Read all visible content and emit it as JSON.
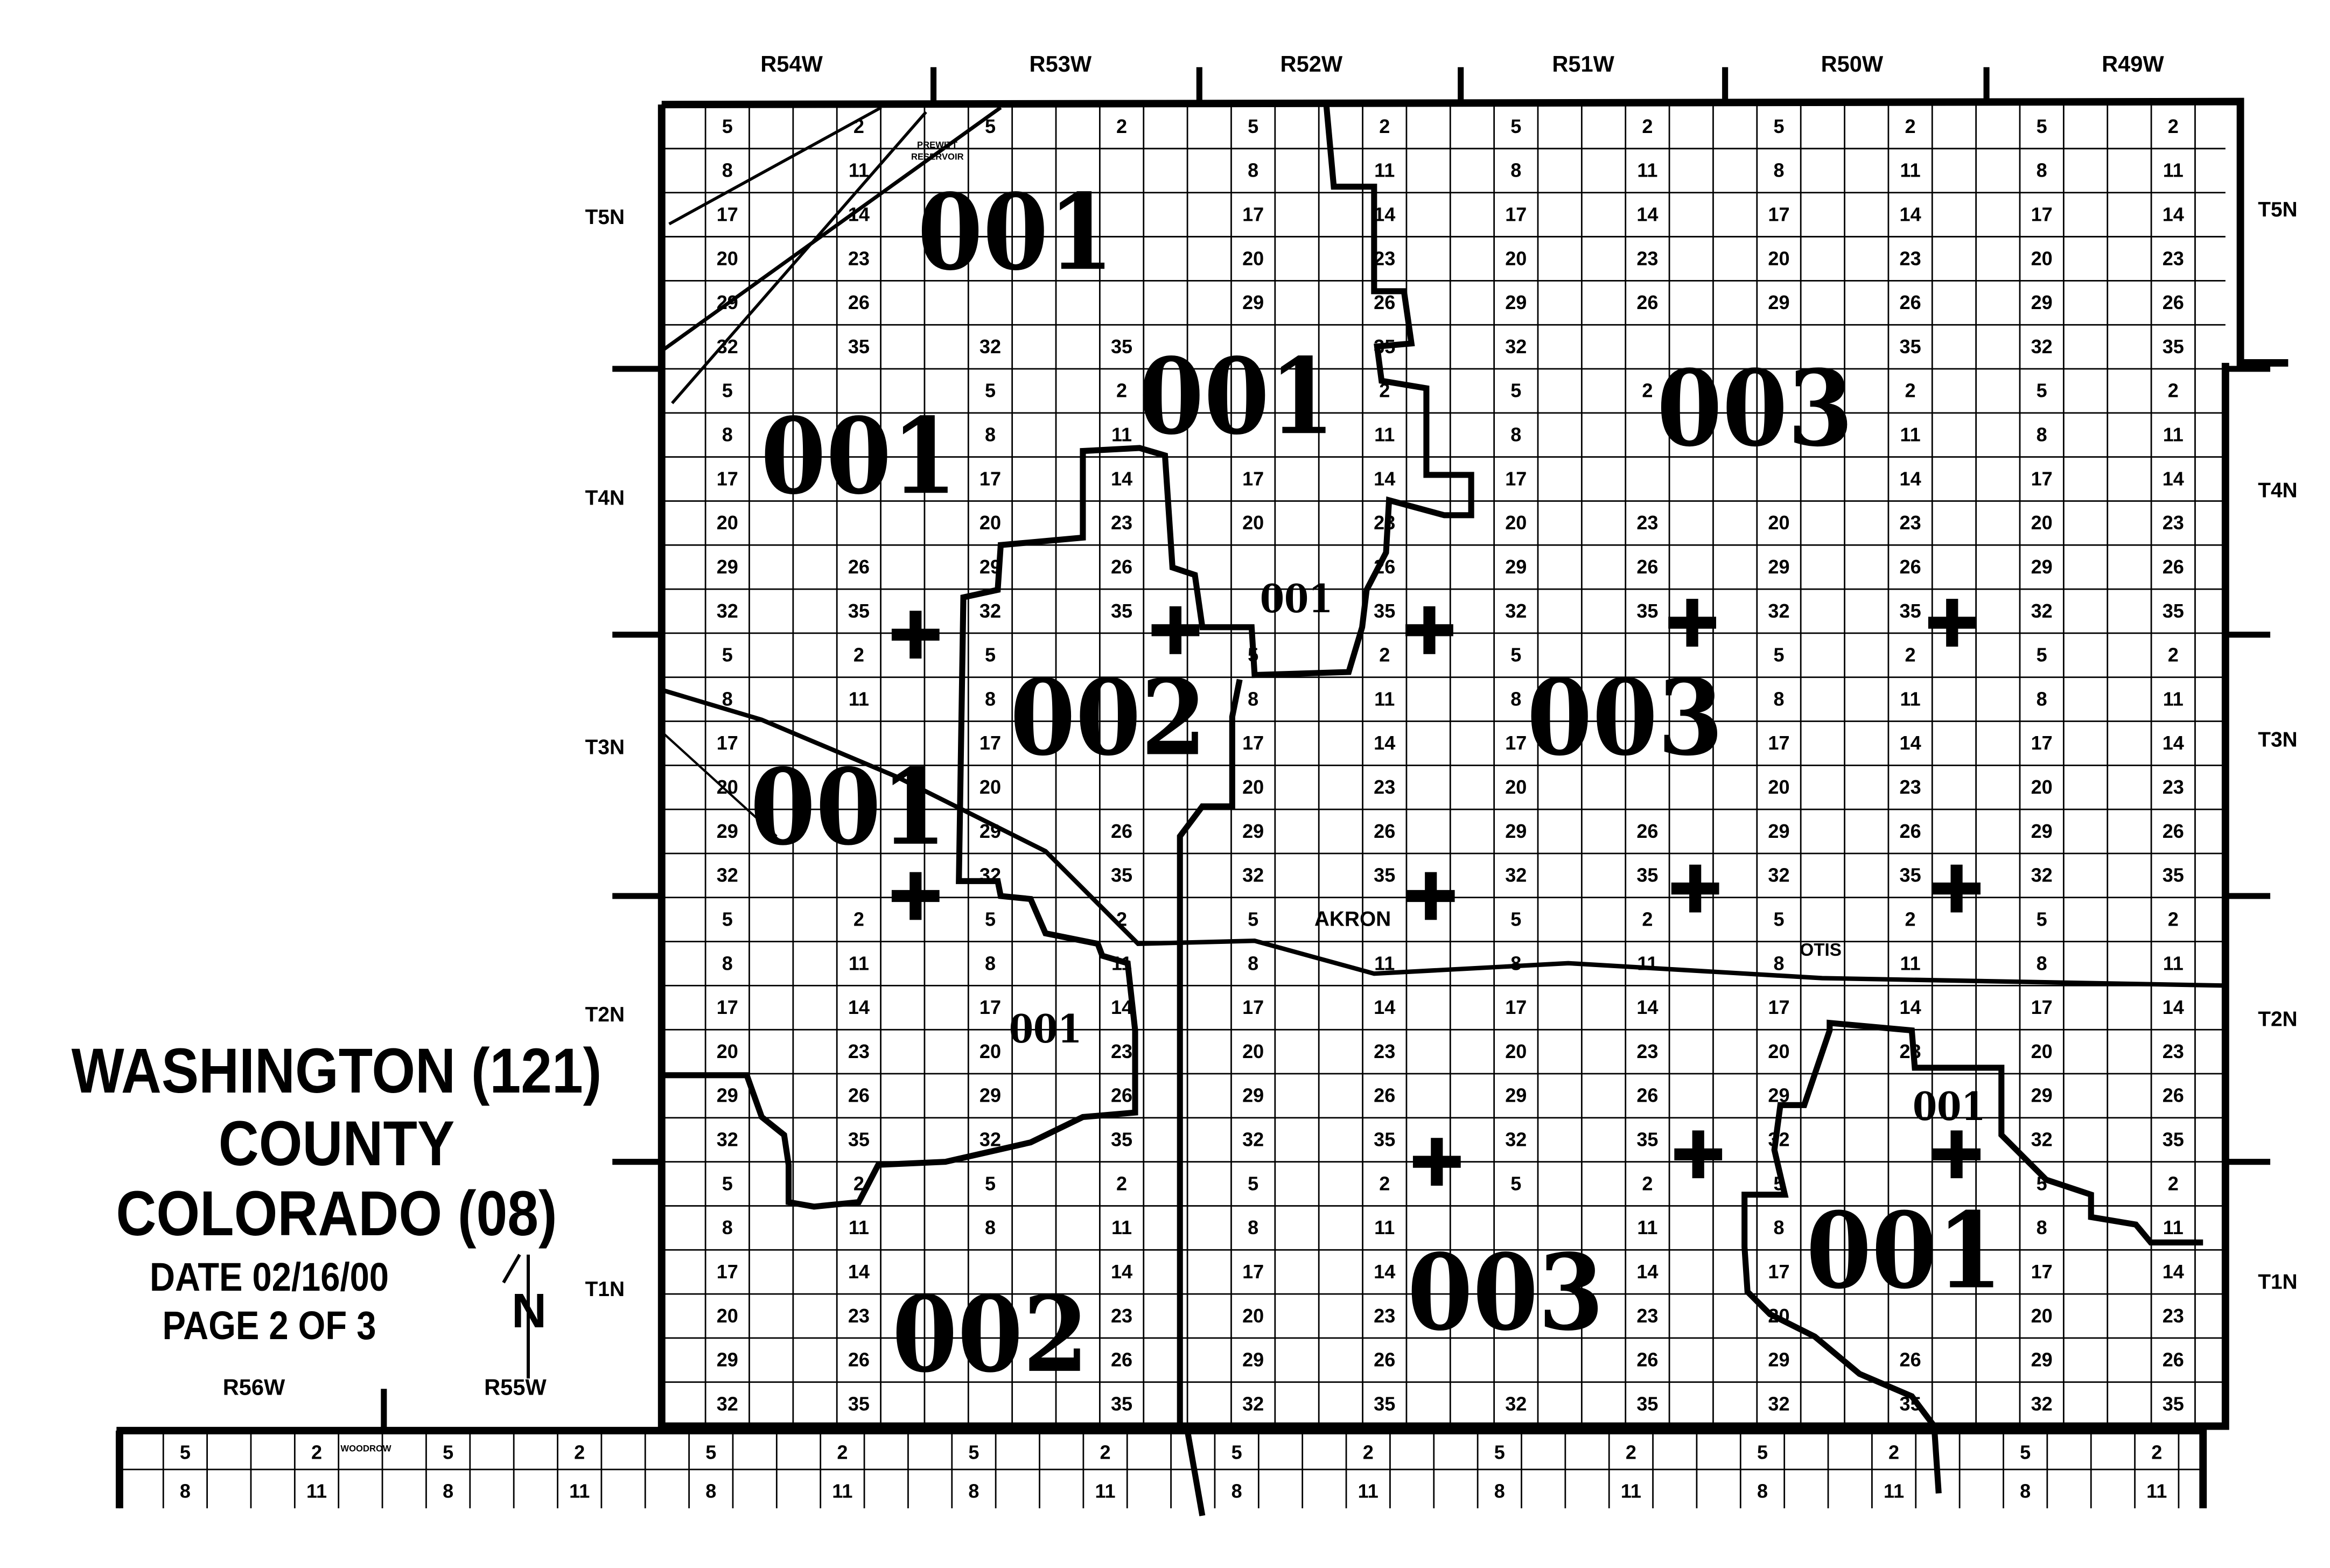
{
  "title": {
    "county": "WASHINGTON (121)",
    "county_word": "COUNTY",
    "state": "COLORADO (08)",
    "date": "DATE 02/16/00",
    "page": "PAGE 2 OF 3",
    "north_arrow": "N"
  },
  "ranges_top": [
    "R54W",
    "R53W",
    "R52W",
    "R51W",
    "R50W",
    "R49W"
  ],
  "ranges_bottom": [
    "R56W",
    "R55W"
  ],
  "townships": [
    "T5N",
    "T4N",
    "T3N",
    "T2N",
    "T1N"
  ],
  "section_labels_left": [
    "5",
    "8",
    "17",
    "20",
    "29",
    "32"
  ],
  "section_labels_right": [
    "2",
    "11",
    "14",
    "23",
    "26",
    "35"
  ],
  "districts": [
    "001",
    "001",
    "001",
    "001",
    "002",
    "003",
    "003",
    "001",
    "002",
    "003",
    "001",
    "001",
    "001"
  ],
  "places": {
    "akron": "AKRON",
    "otis": "OTIS",
    "prewitt": "PREWITT",
    "reservoir": "RESERVOIR",
    "woodrow": "WOODROW"
  },
  "colors": {
    "ink": "#000000",
    "paper": "#ffffff"
  }
}
